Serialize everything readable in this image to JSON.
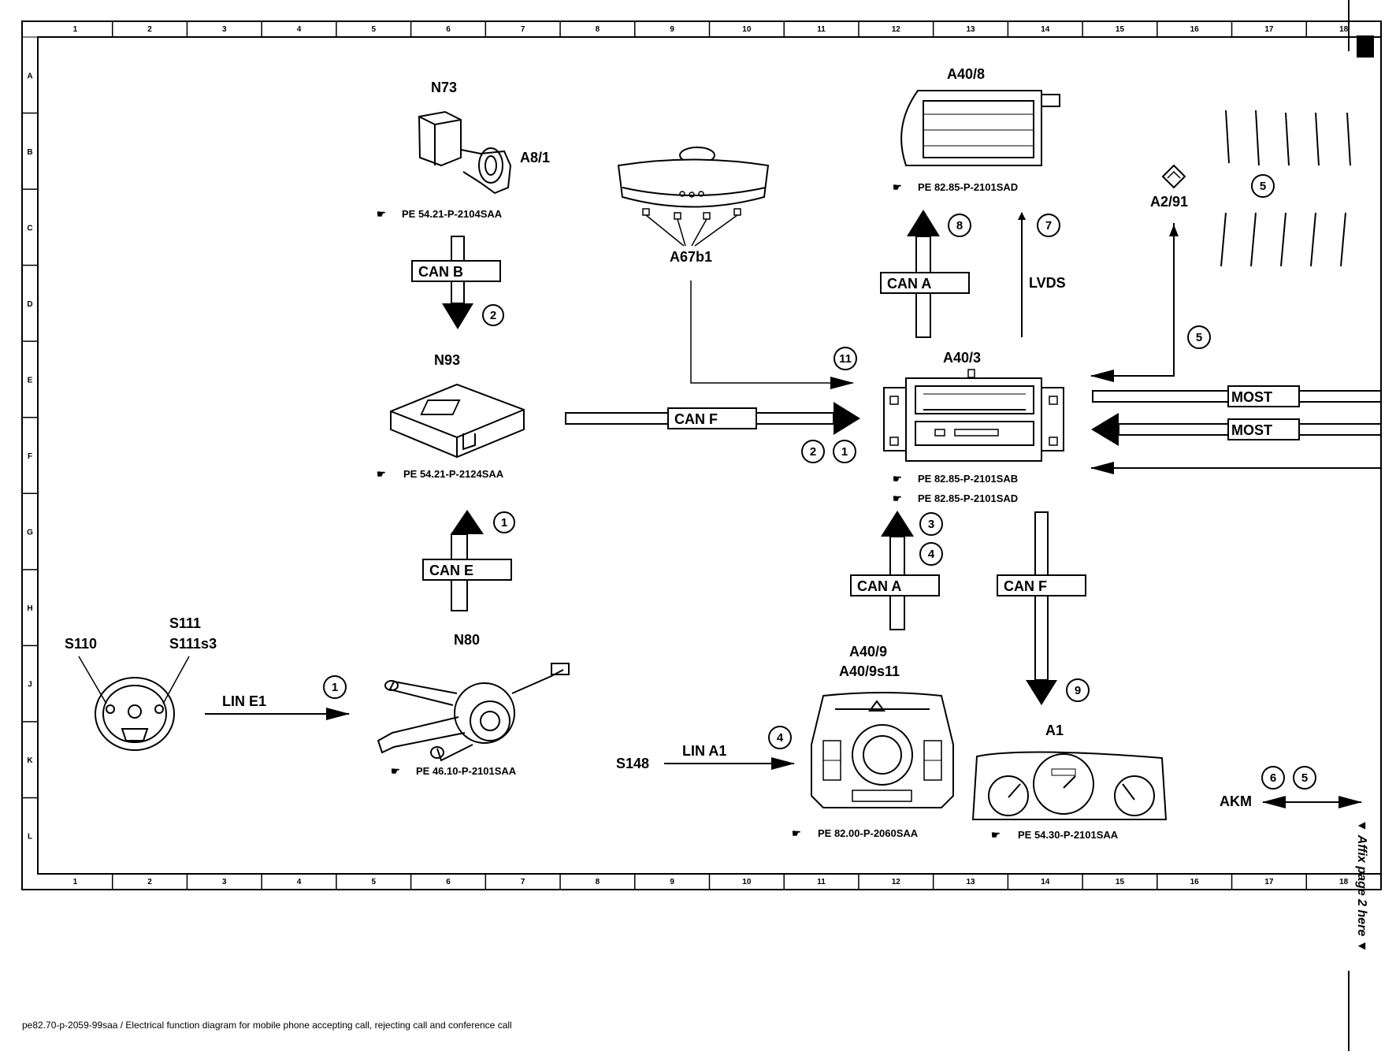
{
  "grid": {
    "columns": [
      "1",
      "2",
      "3",
      "4",
      "5",
      "6",
      "7",
      "8",
      "9",
      "10",
      "11",
      "12",
      "13",
      "14",
      "15",
      "16",
      "17",
      "18"
    ],
    "rows": [
      "A",
      "B",
      "C",
      "D",
      "E",
      "F",
      "G",
      "H",
      "J",
      "K",
      "L"
    ]
  },
  "components": {
    "n73": "N73",
    "a8_1": "A8/1",
    "n93": "N93",
    "n80": "N80",
    "s110": "S110",
    "s111": "S111",
    "s111s3": "S111s3",
    "a67b1": "A67b1",
    "a40_8": "A40/8",
    "a40_3": "A40/3",
    "a40_9": "A40/9",
    "a40_9s11": "A40/9s11",
    "a1": "A1",
    "a2_91": "A2/91",
    "s148": "S148",
    "akm": "AKM"
  },
  "refs": {
    "n73": "PE 54.21-P-2104SAA",
    "n93": "PE 54.21-P-2124SAA",
    "n80": "PE 46.10-P-2101SAA",
    "a40_8": "PE 82.85-P-2101SAD",
    "a40_3_1": "PE 82.85-P-2101SAB",
    "a40_3_2": "PE 82.85-P-2101SAD",
    "a40_9": "PE 82.00-P-2060SAA",
    "a1": "PE 54.30-P-2101SAA"
  },
  "buses": {
    "can_b": "CAN B",
    "can_e": "CAN E",
    "can_f_horizontal": "CAN F",
    "can_a_top": "CAN A",
    "lvds": "LVDS",
    "can_a_bottom": "CAN A",
    "can_f_vertical": "CAN F",
    "most_1": "MOST",
    "most_2": "MOST",
    "lin_e1": "LIN E1",
    "lin_a1": "LIN A1"
  },
  "step_numbers": {
    "can_b": "2",
    "can_e": "1",
    "lin_e1": "1",
    "a67b1": "11",
    "can_f_a": "2",
    "can_f_b": "1",
    "can_a_top": "8",
    "lvds": "7",
    "a2_91": "5",
    "a2_91_side": "5",
    "can_a_bottom_a": "3",
    "can_a_bottom_b": "4",
    "can_f_vertical": "9",
    "lin_a1": "4",
    "akm_a": "6",
    "akm_b": "5"
  },
  "side_note": "▼ Affix page 2 here ▼",
  "footer": "pe82.70-p-2059-99saa / Electrical function diagram for mobile phone accepting call, rejecting call and conference call"
}
